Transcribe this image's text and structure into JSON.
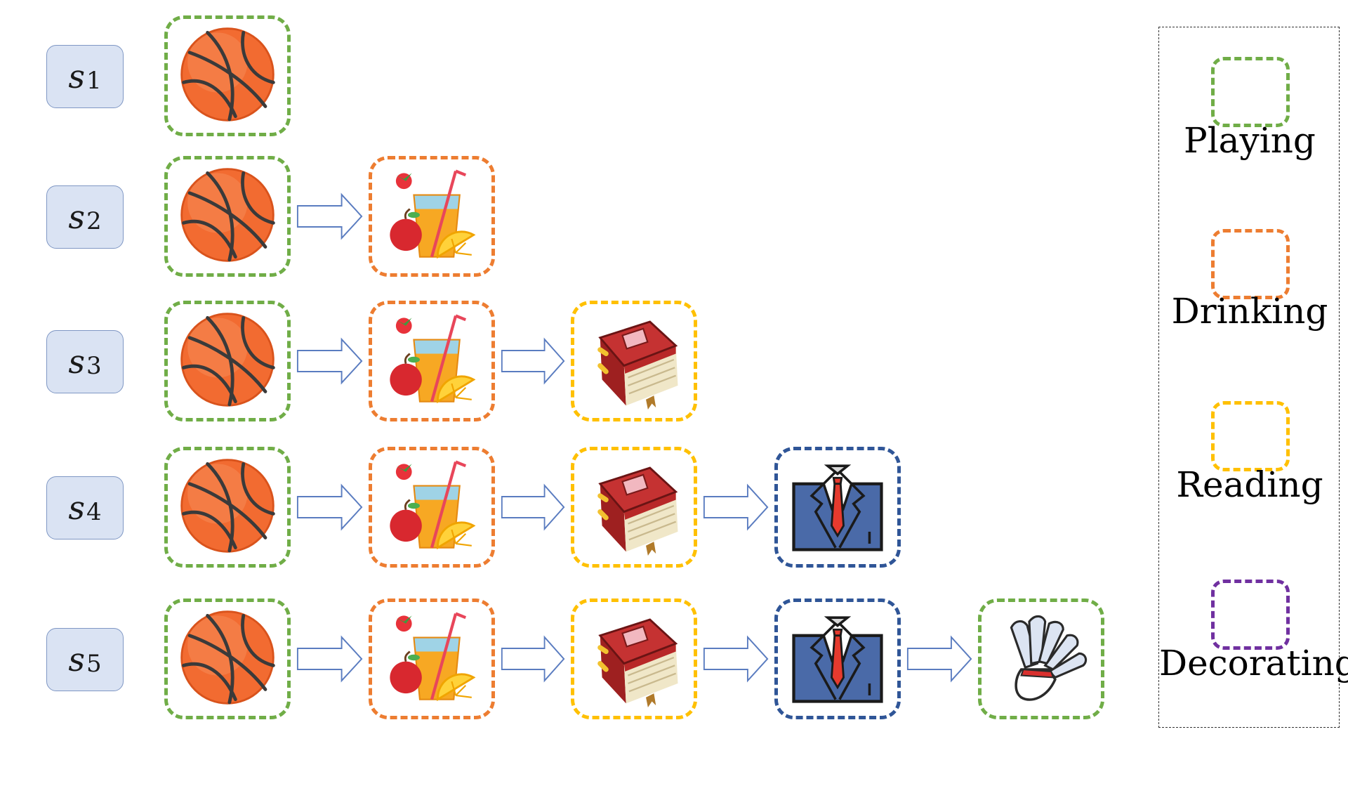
{
  "colors": {
    "playing": "#70ad47",
    "drinking": "#ed7d31",
    "reading": "#ffc000",
    "decorating": "#7030a0",
    "suit": "#2f5597",
    "label_fill": "#dae3f3",
    "label_border": "#7f97c4"
  },
  "sequences": [
    {
      "var": "s",
      "sub": "1",
      "items": [
        "basketball"
      ]
    },
    {
      "var": "s",
      "sub": "2",
      "items": [
        "basketball",
        "juice"
      ]
    },
    {
      "var": "s",
      "sub": "3",
      "items": [
        "basketball",
        "juice",
        "book"
      ]
    },
    {
      "var": "s",
      "sub": "4",
      "items": [
        "basketball",
        "juice",
        "book",
        "suit"
      ]
    },
    {
      "var": "s",
      "sub": "5",
      "items": [
        "basketball",
        "juice",
        "book",
        "suit",
        "shuttlecock"
      ]
    }
  ],
  "item_categories": {
    "basketball": "playing",
    "juice": "drinking",
    "book": "reading",
    "suit": "suit",
    "shuttlecock": "playing"
  },
  "item_icons": {
    "basketball": "basketball-icon",
    "juice": "juice-icon",
    "book": "book-icon",
    "suit": "suit-icon",
    "shuttlecock": "shuttlecock-icon"
  },
  "legend": [
    {
      "key": "playing",
      "label": "Playing"
    },
    {
      "key": "drinking",
      "label": "Drinking"
    },
    {
      "key": "reading",
      "label": "Reading"
    },
    {
      "key": "decorating",
      "label": "Decorating"
    }
  ]
}
